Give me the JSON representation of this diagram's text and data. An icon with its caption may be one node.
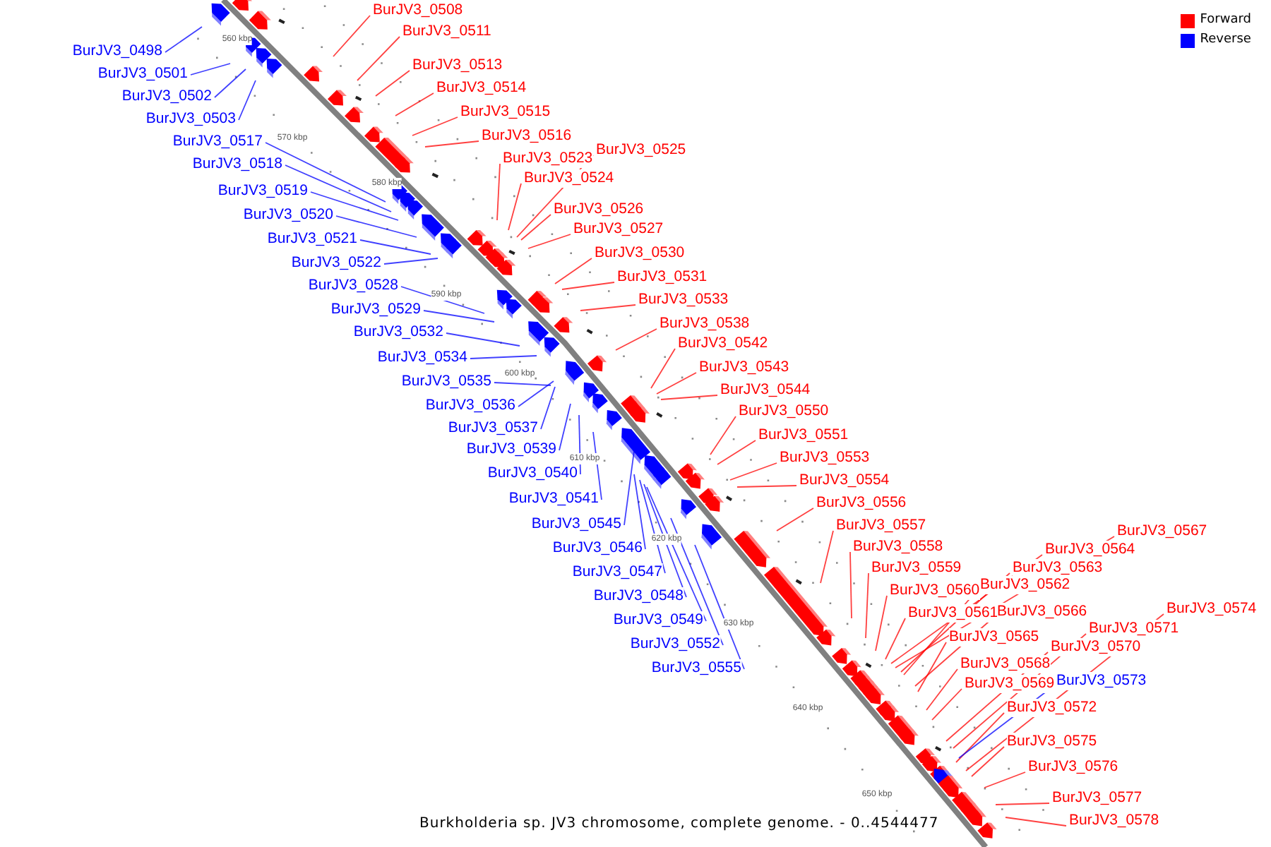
{
  "diagram": {
    "caption": "Burkholderia sp. JV3 chromosome, complete genome. - 0..4544477",
    "nodes": [
      {
        "text": [
          "BurJV3_0498"
        ]
      },
      {
        "text": [
          "BurJV3_0501"
        ]
      },
      {
        "text": [
          "BurJV3_0502"
        ]
      },
      {
        "text": [
          "BurJV3_0503"
        ]
      },
      {
        "text": [
          "BurJV3_0508"
        ]
      },
      {
        "text": [
          "BurJV3_0511"
        ]
      },
      {
        "text": [
          "BurJV3_0513"
        ]
      },
      {
        "text": [
          "BurJV3_0514"
        ]
      },
      {
        "text": [
          "BurJV3_0515"
        ]
      },
      {
        "text": [
          "BurJV3_0516"
        ]
      },
      {
        "text": [
          "BurJV3_0517"
        ]
      },
      {
        "text": [
          "BurJV3_0518"
        ]
      },
      {
        "text": [
          "BurJV3_0519"
        ]
      },
      {
        "text": [
          "BurJV3_0520"
        ]
      },
      {
        "text": [
          "BurJV3_0521"
        ]
      },
      {
        "text": [
          "BurJV3_0522"
        ]
      },
      {
        "text": [
          "BurJV3_0523"
        ]
      },
      {
        "text": [
          "BurJV3_0524"
        ]
      },
      {
        "text": [
          "BurJV3_0525"
        ]
      },
      {
        "text": [
          "BurJV3_0526"
        ]
      },
      {
        "text": [
          "BurJV3_0527"
        ]
      },
      {
        "text": [
          "BurJV3_0528"
        ]
      },
      {
        "text": [
          "BurJV3_0529"
        ]
      },
      {
        "text": [
          "BurJV3_0530"
        ]
      },
      {
        "text": [
          "BurJV3_0531"
        ]
      },
      {
        "text": [
          "BurJV3_0532"
        ]
      },
      {
        "text": [
          "BurJV3_0533"
        ]
      },
      {
        "text": [
          "BurJV3_0534"
        ]
      },
      {
        "text": [
          "BurJV3_0535"
        ]
      },
      {
        "text": [
          "BurJV3_0536"
        ]
      },
      {
        "text": [
          "BurJV3_0537"
        ]
      },
      {
        "text": [
          "BurJV3_0538"
        ]
      },
      {
        "text": [
          "BurJV3_0539"
        ]
      },
      {
        "text": [
          "BurJV3_0540"
        ]
      },
      {
        "text": [
          "BurJV3_0541"
        ]
      },
      {
        "text": [
          "BurJV3_0542"
        ]
      },
      {
        "text": [
          "BurJV3_0543"
        ]
      },
      {
        "text": [
          "BurJV3_0544"
        ]
      },
      {
        "text": [
          "BurJV3_0545"
        ]
      },
      {
        "text": [
          "BurJV3_0546"
        ]
      },
      {
        "text": [
          "BurJV3_0547"
        ]
      },
      {
        "text": [
          "BurJV3_0548"
        ]
      },
      {
        "text": [
          "BurJV3_0549"
        ]
      },
      {
        "text": [
          "BurJV3_0550"
        ]
      },
      {
        "text": [
          "BurJV3_0551"
        ]
      },
      {
        "text": [
          "BurJV3_0552"
        ]
      },
      {
        "text": [
          "BurJV3_0553"
        ]
      },
      {
        "text": [
          "BurJV3_0554"
        ]
      },
      {
        "text": [
          "BurJV3_0555"
        ]
      },
      {
        "text": [
          "BurJV3_0556"
        ]
      },
      {
        "text": [
          "BurJV3_0557"
        ]
      },
      {
        "text": [
          "BurJV3_0558"
        ]
      },
      {
        "text": [
          "BurJV3_0559"
        ]
      },
      {
        "text": [
          "BurJV3_0560"
        ]
      },
      {
        "text": [
          "BurJV3_0561"
        ]
      },
      {
        "text": [
          "BurJV3_0562"
        ]
      },
      {
        "text": [
          "BurJV3_0563"
        ]
      },
      {
        "text": [
          "BurJV3_0564"
        ]
      },
      {
        "text": [
          "BurJV3_0565"
        ]
      },
      {
        "text": [
          "BurJV3_0566"
        ]
      },
      {
        "text": [
          "BurJV3_0567"
        ]
      },
      {
        "text": [
          "BurJV3_0568"
        ]
      },
      {
        "text": [
          "BurJV3_0569"
        ]
      },
      {
        "text": [
          "BurJV3_0570"
        ]
      },
      {
        "text": [
          "BurJV3_0571"
        ]
      },
      {
        "text": [
          "BurJV3_0572"
        ]
      },
      {
        "text": [
          "BurJV3_0573"
        ]
      },
      {
        "text": [
          "BurJV3_0574"
        ]
      },
      {
        "text": [
          "BurJV3_0575"
        ]
      },
      {
        "text": [
          "BurJV3_0576"
        ]
      },
      {
        "text": [
          "BurJV3_0577"
        ]
      },
      {
        "text": [
          "BurJV3_0578"
        ]
      }
    ],
    "edges": [
      {
        "from": 0,
        "to": null,
        "arrow": "none",
        "color": "#0000ff"
      },
      {
        "from": 1,
        "to": null,
        "arrow": "none",
        "color": "#0000ff"
      },
      {
        "from": 2,
        "to": null,
        "arrow": "none",
        "color": "#0000ff"
      },
      {
        "from": 3,
        "to": null,
        "arrow": "none",
        "color": "#0000ff"
      },
      {
        "from": 4,
        "to": null,
        "arrow": "none"
      },
      {
        "from": 5,
        "to": null,
        "arrow": "none"
      },
      {
        "from": 6,
        "to": null,
        "arrow": "none"
      },
      {
        "from": 7,
        "to": null,
        "arrow": "none"
      },
      {
        "from": 8,
        "to": null,
        "arrow": "none"
      },
      {
        "from": 9,
        "to": null,
        "arrow": "none"
      },
      {
        "from": 10,
        "to": null,
        "arrow": "none",
        "color": "#0000ff"
      },
      {
        "from": 11,
        "to": null,
        "arrow": "none",
        "color": "#0000ff"
      },
      {
        "from": 12,
        "to": null,
        "arrow": "none",
        "color": "#0000ff"
      },
      {
        "from": 13,
        "to": null,
        "arrow": "none",
        "color": "#0000ff"
      },
      {
        "from": 14,
        "to": null,
        "arrow": "none",
        "color": "#0000ff"
      },
      {
        "from": 15,
        "to": null,
        "arrow": "none",
        "color": "#0000ff"
      },
      {
        "from": 16,
        "to": null,
        "arrow": "none"
      },
      {
        "from": 17,
        "to": null,
        "arrow": "none"
      },
      {
        "from": 18,
        "to": null,
        "arrow": "none"
      },
      {
        "from": 19,
        "to": null,
        "arrow": "none"
      },
      {
        "from": 20,
        "to": null,
        "arrow": "none"
      },
      {
        "from": 21,
        "to": null,
        "arrow": "none",
        "color": "#0000ff"
      },
      {
        "from": 22,
        "to": null,
        "arrow": "none",
        "color": "#0000ff"
      },
      {
        "from": 23,
        "to": null,
        "arrow": "none"
      },
      {
        "from": 24,
        "to": null,
        "arrow": "none"
      },
      {
        "from": 25,
        "to": null,
        "arrow": "none",
        "color": "#0000ff"
      },
      {
        "from": 26,
        "to": null,
        "arrow": "none"
      },
      {
        "from": 27,
        "to": null,
        "arrow": "none",
        "color": "#0000ff"
      },
      {
        "from": 28,
        "to": null,
        "arrow": "none",
        "color": "#0000ff"
      },
      {
        "from": 29,
        "to": null,
        "arrow": "none",
        "color": "#0000ff"
      },
      {
        "from": 30,
        "to": null,
        "arrow": "none",
        "color": "#0000ff"
      },
      {
        "from": 31,
        "to": null,
        "arrow": "none"
      },
      {
        "from": 32,
        "to": null,
        "arrow": "none",
        "color": "#0000ff"
      },
      {
        "from": 33,
        "to": null,
        "arrow": "none",
        "color": "#0000ff"
      },
      {
        "from": 34,
        "to": null,
        "arrow": "none",
        "color": "#0000ff"
      },
      {
        "from": 35,
        "to": null,
        "arrow": "none"
      },
      {
        "from": 36,
        "to": null,
        "arrow": "none"
      },
      {
        "from": 37,
        "to": null,
        "arrow": "none"
      },
      {
        "from": 38,
        "to": null,
        "arrow": "none",
        "color": "#0000ff"
      },
      {
        "from": 39,
        "to": null,
        "arrow": "none",
        "color": "#0000ff"
      },
      {
        "from": 40,
        "to": null,
        "arrow": "none",
        "color": "#0000ff"
      },
      {
        "from": 41,
        "to": null,
        "arrow": "none",
        "color": "#0000ff"
      },
      {
        "from": 42,
        "to": null,
        "arrow": "none",
        "color": "#0000ff"
      },
      {
        "from": 43,
        "to": null,
        "arrow": "none"
      },
      {
        "from": 44,
        "to": null,
        "arrow": "none"
      },
      {
        "from": 45,
        "to": null,
        "arrow": "none",
        "color": "#0000ff"
      },
      {
        "from": 46,
        "to": null,
        "arrow": "none"
      },
      {
        "from": 47,
        "to": null,
        "arrow": "none"
      },
      {
        "from": 48,
        "to": null,
        "arrow": "none",
        "color": "#0000ff"
      },
      {
        "from": 49,
        "to": null,
        "arrow": "none"
      },
      {
        "from": 50,
        "to": null,
        "arrow": "none"
      },
      {
        "from": 51,
        "to": null,
        "arrow": "none"
      },
      {
        "from": 52,
        "to": null,
        "arrow": "none"
      },
      {
        "from": 53,
        "to": null,
        "arrow": "none"
      },
      {
        "from": 54,
        "to": null,
        "arrow": "none"
      },
      {
        "from": 55,
        "to": null,
        "arrow": "none"
      },
      {
        "from": 56,
        "to": null,
        "arrow": "none"
      },
      {
        "from": 57,
        "to": null,
        "arrow": "none"
      },
      {
        "from": 58,
        "to": null,
        "arrow": "none"
      },
      {
        "from": 59,
        "to": null,
        "arrow": "none"
      },
      {
        "from": 60,
        "to": null,
        "arrow": "none"
      },
      {
        "from": 61,
        "to": null,
        "arrow": "none"
      },
      {
        "from": 62,
        "to": null,
        "arrow": "none"
      },
      {
        "from": 63,
        "to": null,
        "arrow": "none"
      },
      {
        "from": 64,
        "to": null,
        "arrow": "none"
      },
      {
        "from": 65,
        "to": null,
        "arrow": "none"
      },
      {
        "from": 66,
        "to": null,
        "arrow": "none",
        "color": "#0000ff"
      },
      {
        "from": 67,
        "to": null,
        "arrow": "none"
      },
      {
        "from": 68,
        "to": null,
        "arrow": "none"
      },
      {
        "from": 69,
        "to": null,
        "arrow": "none"
      },
      {
        "from": 70,
        "to": null,
        "arrow": "none"
      },
      {
        "from": 71,
        "to": null,
        "arrow": "none"
      }
    ],
    "labels": [
      "560 kbp",
      "570 kbp",
      "580 kbp",
      "590 kbp",
      "600 kbp",
      "610 kbp",
      "620 kbp",
      "630 kbp",
      "640 kbp",
      "650 kbp"
    ],
    "legend": [
      {
        "text": "Forward",
        "color": "#ff0000"
      },
      {
        "text": "Reverse",
        "color": "#0000ff"
      }
    ]
  }
}
